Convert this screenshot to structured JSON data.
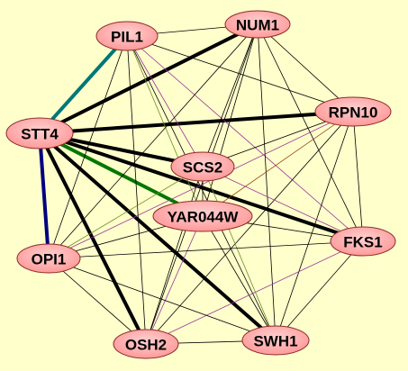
{
  "graph": {
    "background": "#ffffcc",
    "node_fill": "#ff9999",
    "node_stroke": "#8a2a2a",
    "nodes": [
      {
        "id": "PIL1",
        "label": "PIL1"
      },
      {
        "id": "NUM1",
        "label": "NUM1"
      },
      {
        "id": "RPN10",
        "label": "RPN10"
      },
      {
        "id": "STT4",
        "label": "STT4"
      },
      {
        "id": "SCS2",
        "label": "SCS2"
      },
      {
        "id": "YAR044W",
        "label": "YAR044W"
      },
      {
        "id": "FKS1",
        "label": "FKS1"
      },
      {
        "id": "OPI1",
        "label": "OPI1"
      },
      {
        "id": "OSH2",
        "label": "OSH2"
      },
      {
        "id": "SWH1",
        "label": "SWH1"
      }
    ],
    "edge_colors": {
      "black": "#000000",
      "purple": "#993399",
      "olive": "#6b8e23",
      "teal": "#007777",
      "green": "#007700",
      "navy": "#000080",
      "brown": "#8b4513"
    },
    "edges": [
      {
        "from": "STT4",
        "to": "NUM1",
        "color": "black",
        "weight": "thick"
      },
      {
        "from": "STT4",
        "to": "RPN10",
        "color": "black",
        "weight": "thick"
      },
      {
        "from": "STT4",
        "to": "SCS2",
        "color": "black",
        "weight": "thick"
      },
      {
        "from": "STT4",
        "to": "FKS1",
        "color": "black",
        "weight": "thick"
      },
      {
        "from": "STT4",
        "to": "OSH2",
        "color": "black",
        "weight": "thick"
      },
      {
        "from": "STT4",
        "to": "SWH1",
        "color": "black",
        "weight": "thick"
      },
      {
        "from": "STT4",
        "to": "PIL1",
        "color": "teal",
        "weight": "thick"
      },
      {
        "from": "STT4",
        "to": "OPI1",
        "color": "navy",
        "weight": "thick"
      },
      {
        "from": "STT4",
        "to": "YAR044W",
        "color": "green",
        "weight": "thick"
      },
      {
        "from": "PIL1",
        "to": "NUM1",
        "color": "black",
        "weight": "thin"
      },
      {
        "from": "PIL1",
        "to": "RPN10",
        "color": "black",
        "weight": "thin"
      },
      {
        "from": "PIL1",
        "to": "SCS2",
        "color": "purple",
        "weight": "thin"
      },
      {
        "from": "PIL1",
        "to": "YAR044W",
        "color": "olive",
        "weight": "thin"
      },
      {
        "from": "PIL1",
        "to": "FKS1",
        "color": "purple",
        "weight": "thin"
      },
      {
        "from": "PIL1",
        "to": "OPI1",
        "color": "black",
        "weight": "thin"
      },
      {
        "from": "PIL1",
        "to": "OSH2",
        "color": "black",
        "weight": "thin"
      },
      {
        "from": "PIL1",
        "to": "SWH1",
        "color": "black",
        "weight": "thin"
      },
      {
        "from": "NUM1",
        "to": "RPN10",
        "color": "black",
        "weight": "thin"
      },
      {
        "from": "NUM1",
        "to": "SCS2",
        "color": "black",
        "weight": "thin"
      },
      {
        "from": "NUM1",
        "to": "YAR044W",
        "color": "black",
        "weight": "thin"
      },
      {
        "from": "NUM1",
        "to": "FKS1",
        "color": "black",
        "weight": "thin"
      },
      {
        "from": "NUM1",
        "to": "OPI1",
        "color": "black",
        "weight": "thin"
      },
      {
        "from": "NUM1",
        "to": "OSH2",
        "color": "black",
        "weight": "thin"
      },
      {
        "from": "NUM1",
        "to": "SWH1",
        "color": "black",
        "weight": "thin"
      },
      {
        "from": "RPN10",
        "to": "SCS2",
        "color": "black",
        "weight": "thin"
      },
      {
        "from": "RPN10",
        "to": "YAR044W",
        "color": "brown",
        "weight": "thin"
      },
      {
        "from": "RPN10",
        "to": "FKS1",
        "color": "black",
        "weight": "thin"
      },
      {
        "from": "RPN10",
        "to": "OPI1",
        "color": "purple",
        "weight": "thin"
      },
      {
        "from": "RPN10",
        "to": "OSH2",
        "color": "black",
        "weight": "thin"
      },
      {
        "from": "RPN10",
        "to": "SWH1",
        "color": "black",
        "weight": "thin"
      },
      {
        "from": "SCS2",
        "to": "YAR044W",
        "color": "black",
        "weight": "thin"
      },
      {
        "from": "SCS2",
        "to": "FKS1",
        "color": "purple",
        "weight": "thin"
      },
      {
        "from": "SCS2",
        "to": "OPI1",
        "color": "olive",
        "weight": "thin"
      },
      {
        "from": "SCS2",
        "to": "OSH2",
        "color": "black",
        "weight": "thin"
      },
      {
        "from": "SCS2",
        "to": "SWH1",
        "color": "olive",
        "weight": "thin"
      },
      {
        "from": "YAR044W",
        "to": "FKS1",
        "color": "black",
        "weight": "thin"
      },
      {
        "from": "YAR044W",
        "to": "OPI1",
        "color": "black",
        "weight": "thin"
      },
      {
        "from": "YAR044W",
        "to": "OSH2",
        "color": "purple",
        "weight": "thin"
      },
      {
        "from": "YAR044W",
        "to": "SWH1",
        "color": "black",
        "weight": "thin"
      },
      {
        "from": "FKS1",
        "to": "OPI1",
        "color": "black",
        "weight": "thin"
      },
      {
        "from": "FKS1",
        "to": "OSH2",
        "color": "purple",
        "weight": "thin"
      },
      {
        "from": "FKS1",
        "to": "SWH1",
        "color": "black",
        "weight": "thin"
      },
      {
        "from": "OPI1",
        "to": "OSH2",
        "color": "black",
        "weight": "thin"
      },
      {
        "from": "OPI1",
        "to": "SWH1",
        "color": "black",
        "weight": "thin"
      },
      {
        "from": "OSH2",
        "to": "SWH1",
        "color": "black",
        "weight": "thin"
      }
    ]
  }
}
